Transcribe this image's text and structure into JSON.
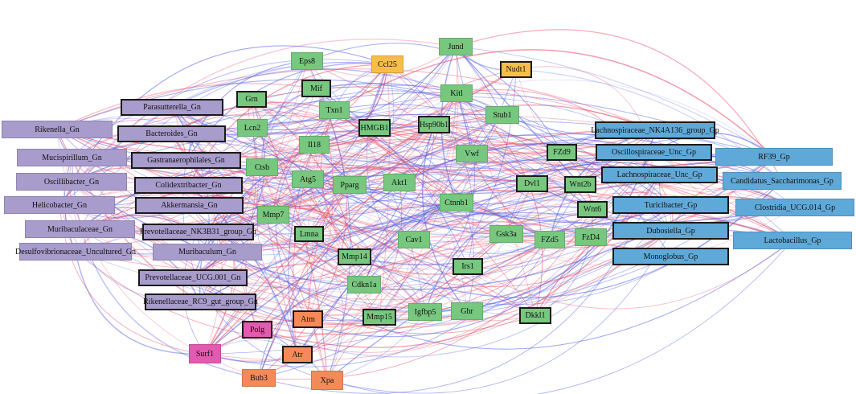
{
  "colors": {
    "gene": "#77c77f",
    "gram_negative": "#a79ccc",
    "gram_positive": "#5fa9d9",
    "yellow_node": "#f7bd4a",
    "orange_node": "#f58a58",
    "magenta_node": "#e35ab0",
    "positive_edge": "#e8506a",
    "negative_edge": "#4a5ae6"
  },
  "nodes": [
    {
      "id": "jund",
      "label": "Jund",
      "color": "g",
      "bold": false
    },
    {
      "id": "eps8",
      "label": "Eps8",
      "color": "g",
      "bold": false
    },
    {
      "id": "ccl25",
      "label": "Ccl25",
      "color": "y",
      "bold": false
    },
    {
      "id": "nudt1",
      "label": "Nudt1",
      "color": "y",
      "bold": true
    },
    {
      "id": "mif",
      "label": "Mif",
      "color": "g",
      "bold": true
    },
    {
      "id": "kitl",
      "label": "Kitl",
      "color": "g",
      "bold": false
    },
    {
      "id": "grn",
      "label": "Grn",
      "color": "g",
      "bold": true
    },
    {
      "id": "txn1",
      "label": "Txn1",
      "color": "g",
      "bold": false
    },
    {
      "id": "stub1",
      "label": "Stub1",
      "color": "g",
      "bold": false
    },
    {
      "id": "lcn2",
      "label": "Lcn2",
      "color": "g",
      "bold": false
    },
    {
      "id": "hmgb1",
      "label": "HMGB1",
      "color": "g",
      "bold": true
    },
    {
      "id": "hsp90b1",
      "label": "Hsp90b1",
      "color": "g",
      "bold": true
    },
    {
      "id": "il18",
      "label": "Il18",
      "color": "g",
      "bold": false
    },
    {
      "id": "vwf",
      "label": "Vwf",
      "color": "g",
      "bold": false
    },
    {
      "id": "fzd9",
      "label": "FZd9",
      "color": "g",
      "bold": true
    },
    {
      "id": "ctsb",
      "label": "Ctsb",
      "color": "g",
      "bold": false
    },
    {
      "id": "atg5",
      "label": "Atg5",
      "color": "g",
      "bold": false
    },
    {
      "id": "pparg",
      "label": "Pparg",
      "color": "g",
      "bold": false
    },
    {
      "id": "akt1",
      "label": "Akt1",
      "color": "g",
      "bold": false
    },
    {
      "id": "dvl1",
      "label": "Dvl1",
      "color": "g",
      "bold": true
    },
    {
      "id": "wnt2b",
      "label": "Wnt2b",
      "color": "g",
      "bold": true
    },
    {
      "id": "ctnnb1",
      "label": "Ctnnb1",
      "color": "g",
      "bold": false
    },
    {
      "id": "wnt6",
      "label": "Wnt6",
      "color": "g",
      "bold": true
    },
    {
      "id": "mmp7",
      "label": "Mmp7",
      "color": "g",
      "bold": false
    },
    {
      "id": "lmna",
      "label": "Lmna",
      "color": "g",
      "bold": true
    },
    {
      "id": "gsk3a",
      "label": "Gsk3a",
      "color": "g",
      "bold": false
    },
    {
      "id": "fzd5",
      "label": "FZd5",
      "color": "g",
      "bold": false
    },
    {
      "id": "fzd4",
      "label": "FzD4",
      "color": "g",
      "bold": false
    },
    {
      "id": "cav1",
      "label": "Cav1",
      "color": "g",
      "bold": false
    },
    {
      "id": "mmp14",
      "label": "Mmp14",
      "color": "g",
      "bold": true
    },
    {
      "id": "irs1",
      "label": "Irs1",
      "color": "g",
      "bold": true
    },
    {
      "id": "cdkn1a",
      "label": "Cdkn1a",
      "color": "g",
      "bold": false
    },
    {
      "id": "mmp15",
      "label": "Mmp15",
      "color": "g",
      "bold": true
    },
    {
      "id": "igfbp5",
      "label": "Igfbp5",
      "color": "g",
      "bold": false
    },
    {
      "id": "ghr",
      "label": "Ghr",
      "color": "g",
      "bold": false
    },
    {
      "id": "dkkl1",
      "label": "Dkkl1",
      "color": "g",
      "bold": true
    },
    {
      "id": "atm",
      "label": "Atm",
      "color": "o",
      "bold": true
    },
    {
      "id": "polg",
      "label": "Polg",
      "color": "m",
      "bold": true
    },
    {
      "id": "atr",
      "label": "Atr",
      "color": "o",
      "bold": true
    },
    {
      "id": "surf1",
      "label": "Surf1",
      "color": "m",
      "bold": false
    },
    {
      "id": "bub3",
      "label": "Bub3",
      "color": "o",
      "bold": false
    },
    {
      "id": "xpa",
      "label": "Xpa",
      "color": "o",
      "bold": false
    },
    {
      "id": "parasutterella",
      "label": "Parasutterella_Gn",
      "color": "p",
      "bold": true
    },
    {
      "id": "rikenella",
      "label": "Rikenella_Gn",
      "color": "p",
      "bold": false
    },
    {
      "id": "bacteroides",
      "label": "Bacteroides_Gn",
      "color": "p",
      "bold": true
    },
    {
      "id": "mucispirillum",
      "label": "Mucispirillum_Gn",
      "color": "p",
      "bold": false
    },
    {
      "id": "gastranaero",
      "label": "Gastranaerophilales_Gn",
      "color": "p",
      "bold": true
    },
    {
      "id": "oscillibacter",
      "label": "Oscillibacter_Gn",
      "color": "p",
      "bold": false
    },
    {
      "id": "colidextribacter",
      "label": "Colidextribacter_Gn",
      "color": "p",
      "bold": true
    },
    {
      "id": "helicobacter",
      "label": "Helicobacter_Gn",
      "color": "p",
      "bold": false
    },
    {
      "id": "akkermansia",
      "label": "Akkermansia_Gn",
      "color": "p",
      "bold": true
    },
    {
      "id": "muribaculaceae",
      "label": "Muribaculaceae_Gn",
      "color": "p",
      "bold": false
    },
    {
      "id": "prevo_nk3b31",
      "label": "Prevotellaceae_NK3B31_group_Gn",
      "color": "p",
      "bold": true
    },
    {
      "id": "desulfo",
      "label": "Desulfovibrionaceae_Uncultured_Gn",
      "color": "p",
      "bold": false
    },
    {
      "id": "muribaculum",
      "label": "Muribaculum_Gn",
      "color": "p",
      "bold": false
    },
    {
      "id": "prevo_ucg001",
      "label": "Prevotellaceae_UCG.001_Gn",
      "color": "p",
      "bold": true
    },
    {
      "id": "rikenellaceae_rc9",
      "label": "Rikenellaceae_RC9_gut_group_Gn",
      "color": "p",
      "bold": true
    },
    {
      "id": "lachno_nk4a136",
      "label": "Lachnospiraceae_NK4A136_group_Gp",
      "color": "b",
      "bold": true
    },
    {
      "id": "oscillo_unc",
      "label": "Oscillospiraceae_Unc_Gp",
      "color": "b",
      "bold": true
    },
    {
      "id": "rf39",
      "label": "RF39_Gp",
      "color": "b",
      "bold": false
    },
    {
      "id": "lachno_unc",
      "label": "Lachnospiraceae_Unc_Gp",
      "color": "b",
      "bold": true
    },
    {
      "id": "saccharimonas",
      "label": "Candidatus_Saccharimonas_Gp",
      "color": "b",
      "bold": false
    },
    {
      "id": "turicibacter",
      "label": "Turicibacter_Gp",
      "color": "b",
      "bold": true
    },
    {
      "id": "clostridia",
      "label": "Clostridia_UCG.014_Gp",
      "color": "b",
      "bold": false
    },
    {
      "id": "dubosiella",
      "label": "Dubosiella_Gp",
      "color": "b",
      "bold": true
    },
    {
      "id": "lactobacillus",
      "label": "Lactobacillus_Gp",
      "color": "b",
      "bold": false
    },
    {
      "id": "monoglobus",
      "label": "Monoglobus_Gp",
      "color": "b",
      "bold": true
    }
  ]
}
